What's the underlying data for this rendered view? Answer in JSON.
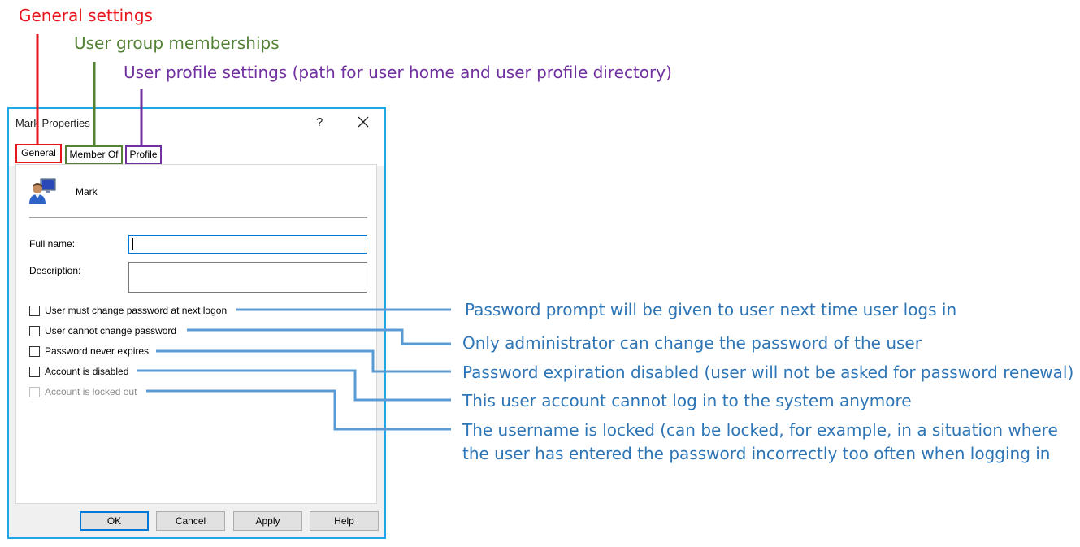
{
  "annotations": {
    "general": "General settings",
    "member_of": "User group memberships",
    "profile": "User profile settings (path for user home and user profile directory)",
    "must_change": "Password prompt will be given to user next time user logs in",
    "cannot_change": "Only administrator can change the password of the user",
    "never_expires": "Password expiration disabled (user will not be asked for password renewal)",
    "disabled": "This user account cannot log in to the system anymore",
    "locked_line1": "The username is locked (can be locked, for example, in a situation where",
    "locked_line2": "the user has entered the password incorrectly too often when logging in"
  },
  "dialog": {
    "title": "Mark Properties",
    "help": "?",
    "tabs": [
      "General",
      "Member Of",
      "Profile"
    ],
    "user_name": "Mark",
    "full_name_label": "Full name:",
    "full_name_value": "",
    "description_label": "Description:",
    "description_value": "",
    "checkboxes": [
      {
        "label": "User must change password at next logon",
        "checked": false,
        "enabled": true
      },
      {
        "label": "User cannot change password",
        "checked": false,
        "enabled": true
      },
      {
        "label": "Password never expires",
        "checked": false,
        "enabled": true
      },
      {
        "label": "Account is disabled",
        "checked": false,
        "enabled": true
      },
      {
        "label": "Account is locked out",
        "checked": false,
        "enabled": false
      }
    ],
    "buttons": {
      "ok": "OK",
      "cancel": "Cancel",
      "apply": "Apply",
      "help": "Help"
    }
  },
  "colors": {
    "general": "#e8161b",
    "member_of": "#548235",
    "profile": "#7030a0",
    "callouts": "#2e75b6",
    "dialog_border": "#1ea7e6"
  },
  "icons": {
    "user": "user-icon",
    "close": "close-icon"
  }
}
